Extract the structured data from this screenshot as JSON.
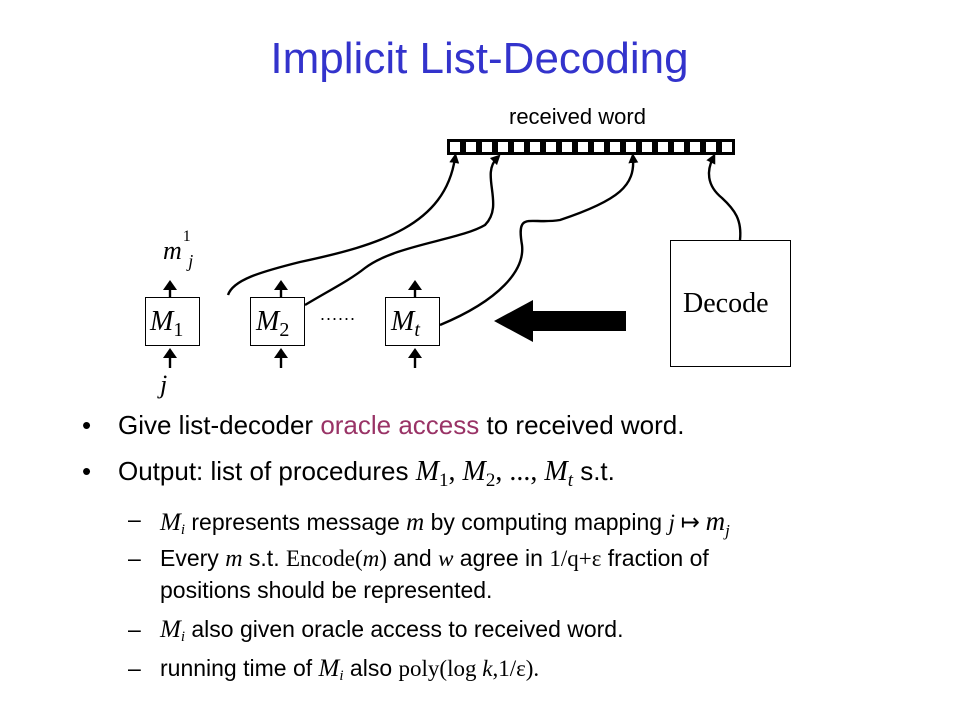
{
  "slide": {
    "title": "Implicit List-Decoding"
  },
  "diagram": {
    "received_label": "received word",
    "mj_label_base": "m",
    "mj_label_sub": "j",
    "mj_label_sup": "1",
    "j_label": "j",
    "dots": "......",
    "decode_label": "Decode",
    "machines": [
      {
        "base": "M",
        "sub": "1"
      },
      {
        "base": "M",
        "sub": "2"
      },
      {
        "base": "M",
        "sub": "t"
      }
    ],
    "cell_count": 18
  },
  "bullets": [
    {
      "dot": "•",
      "pre": "Give list-decoder ",
      "highlight": "oracle access",
      "post": " to received word."
    },
    {
      "dot": "•",
      "pre": "Output: list of procedures ",
      "m1": "M",
      "s1": "1",
      "sep1": ", ",
      "m2": "M",
      "s2": "2",
      "sep2": ", ..., ",
      "mt": "M",
      "st": "t",
      "post": " s.t."
    }
  ],
  "sub_bullets": [
    {
      "dash": "–",
      "mi": "M",
      "mi_sub": "i",
      "t1": " represents message ",
      "m": "m",
      "t2": " by computing mapping ",
      "j": "j",
      "mapsto": " ↦ ",
      "mj": "m",
      "mj_sub": "j"
    },
    {
      "dash": "–",
      "t1": "Every ",
      "m": "m",
      "t2": " s.t. ",
      "enc": "Encode(",
      "enc_m": "m",
      "enc_close": ")",
      "t3": " and ",
      "w": "w",
      "t4": " agree in ",
      "frac": "1/q+ε",
      "t5": " fraction of",
      "line2": "positions should be represented."
    },
    {
      "dash": "–",
      "mi": "M",
      "mi_sub": "i",
      "t1": " also given oracle access to received word."
    },
    {
      "dash": "–",
      "t1": "running time of ",
      "mi": "M",
      "mi_sub": "i",
      "t2": " also ",
      "poly": "poly(log ",
      "k": "k",
      "poly2": ",1/ε)."
    }
  ]
}
